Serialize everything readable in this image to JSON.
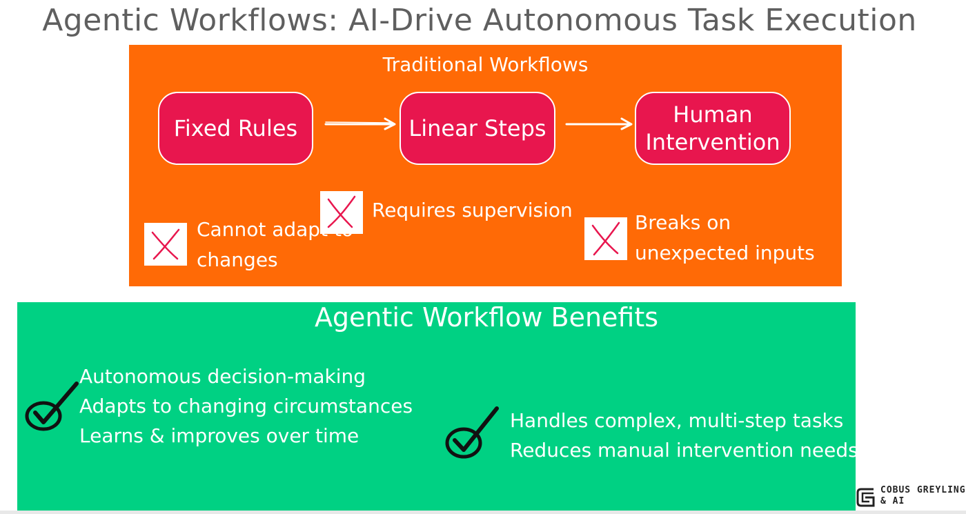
{
  "title": "Agentic Workflows: AI-Drive Autonomous Task Execution",
  "traditional": {
    "heading": "Traditional Workflows",
    "steps": [
      "Fixed Rules",
      "Linear Steps",
      "Human Intervention"
    ],
    "limitations": [
      {
        "text": "Cannot adapt to changes",
        "icon": "x-mark-icon"
      },
      {
        "text": "Requires supervision",
        "icon": "x-mark-icon"
      },
      {
        "text": "Breaks on unexpected inputs",
        "icon": "x-mark-icon"
      }
    ]
  },
  "benefits": {
    "heading": "Agentic Workflow Benefits",
    "groups": [
      {
        "icon": "checkmark-icon",
        "items": [
          "Autonomous decision-making",
          "Adapts to changing circumstances",
          "Learns & improves over time"
        ]
      },
      {
        "icon": "checkmark-icon",
        "items": [
          "Handles complex, multi-step tasks",
          "Reduces manual intervention needs"
        ]
      }
    ]
  },
  "brand": {
    "line1": "COBUS GREYLING",
    "line2": "& AI"
  },
  "colors": {
    "traditional_panel": "#ff6a06",
    "step_box": "#e8164e",
    "benefit_panel": "#00d183",
    "x_mark": "#e8164e",
    "title_text": "#5f5f5f"
  }
}
